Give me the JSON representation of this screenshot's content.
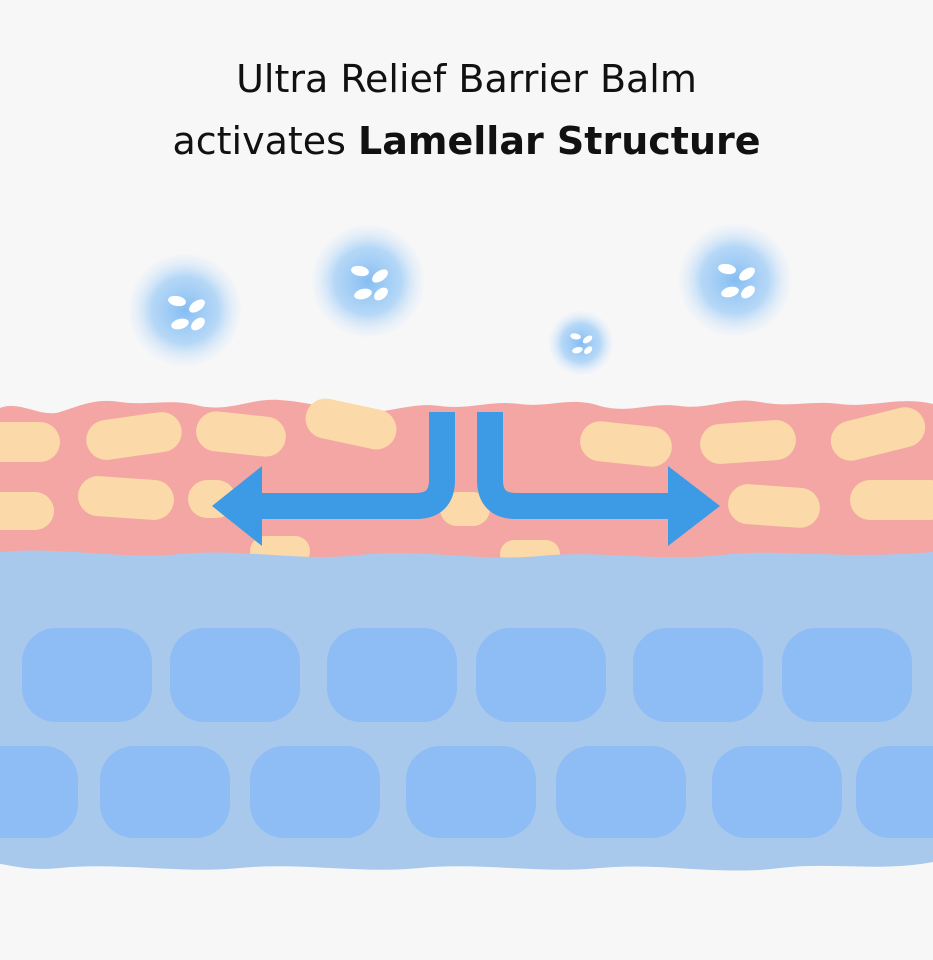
{
  "title": {
    "line1": "Ultra Relief Barrier Balm",
    "line2_prefix": "activates ",
    "line2_bold": "Lamellar Structure"
  },
  "colors": {
    "background": "#f7f7f8",
    "skin_layer": "#f3a6a4",
    "lipid": "#fbd9a8",
    "dermis": "#a8c9ec",
    "cell": "#8ebcf4",
    "arrow": "#3d9be6",
    "bubble": "#8ec5f5"
  },
  "icons": {
    "bubble": "capsule-bubble-icon",
    "arrow": "split-arrow-icon"
  }
}
